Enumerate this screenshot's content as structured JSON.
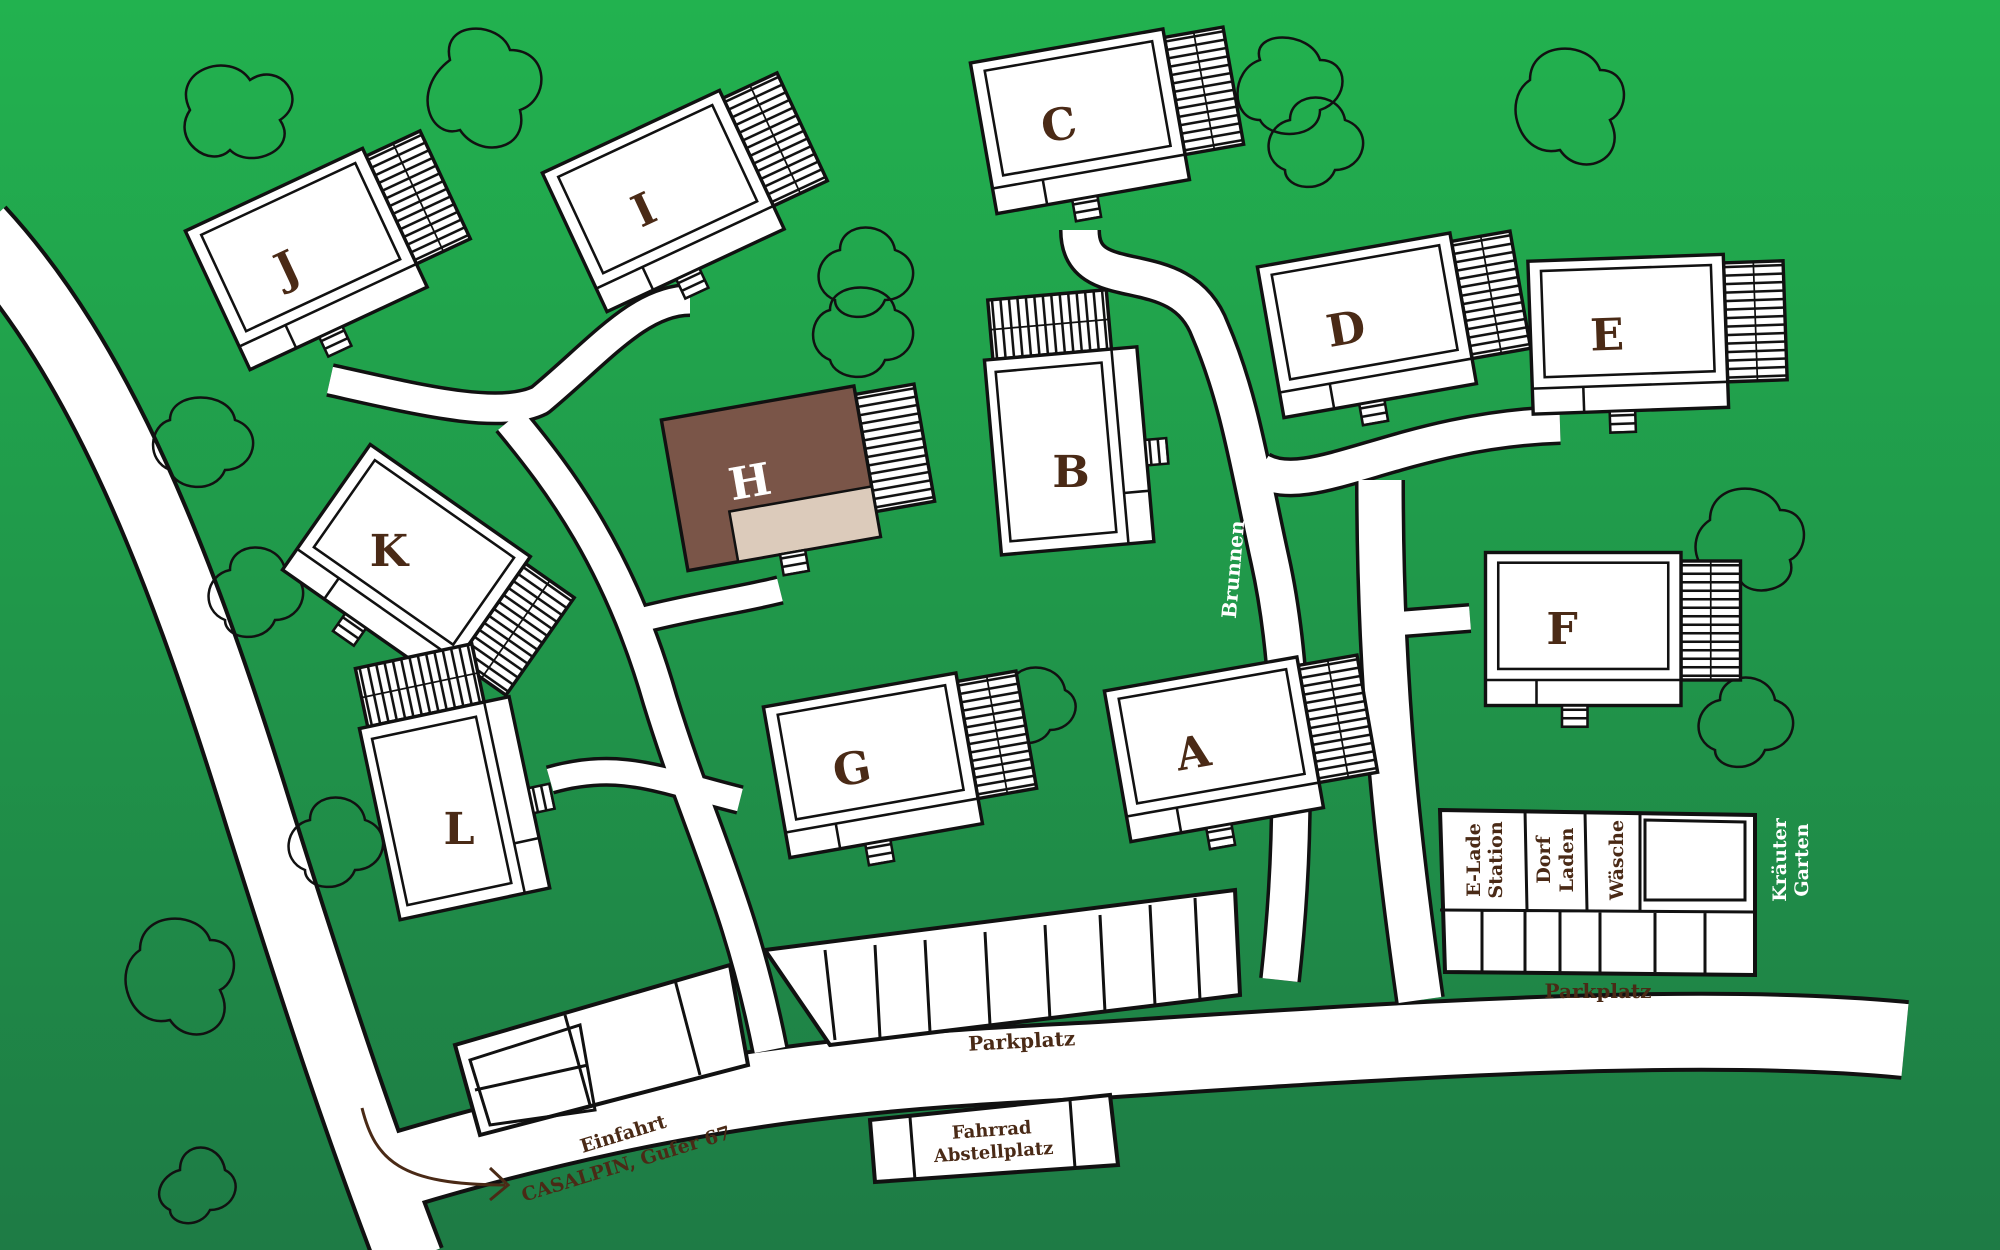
{
  "map": {
    "buildings": {
      "A": "A",
      "B": "B",
      "C": "C",
      "D": "D",
      "E": "E",
      "F": "F",
      "G": "G",
      "H": "H",
      "I": "I",
      "J": "J",
      "K": "K",
      "L": "L"
    },
    "highlighted_building": "H",
    "labels": {
      "parkplatz_1": "Parkplatz",
      "parkplatz_2": "Parkplatz",
      "brunnen": "Brunnen",
      "kraeuter_1": "Kräuter",
      "kraeuter_2": "Garten",
      "elade_1": "E-Lade",
      "elade_2": "Station",
      "dorf_1": "Dorf",
      "dorf_2": "Laden",
      "waesche": "Wäsche",
      "einfahrt_1": "Einfahrt",
      "einfahrt_2": "CASALPIN, Gufer 67",
      "fahrrad_1": "Fahrrad",
      "fahrrad_2": "Abstellplatz"
    },
    "colors": {
      "grass_top": "#22b24f",
      "grass_bottom": "#1e7b45",
      "highlight": "#7a5548",
      "highlight_annex": "#dccbbb",
      "text": "#4a2a16"
    }
  }
}
